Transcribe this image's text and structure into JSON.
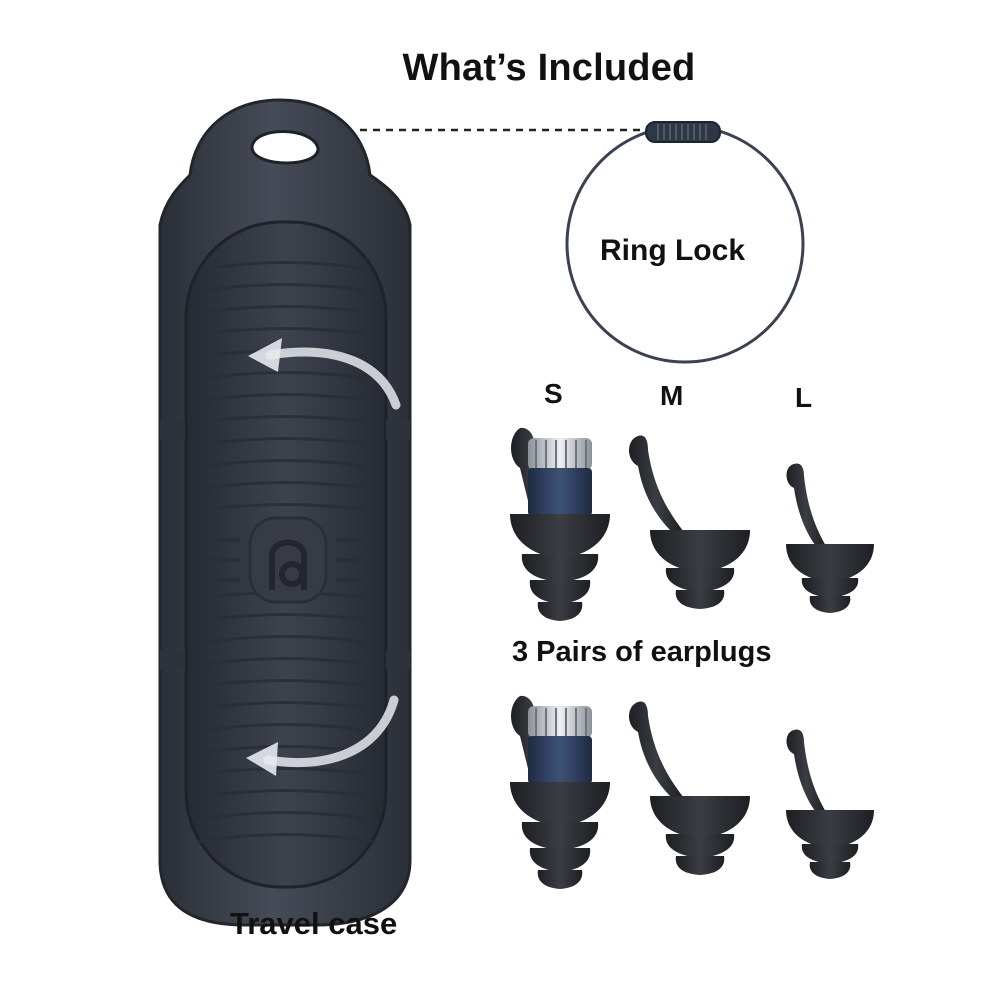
{
  "title": "What’s Included",
  "ring_lock": {
    "label": "Ring Lock"
  },
  "sizes": {
    "small": "S",
    "medium": "M",
    "large": "L"
  },
  "earplugs": {
    "label": "3 Pairs of earplugs"
  },
  "travel_case": {
    "label": "Travel case"
  },
  "colors": {
    "case": "#3a3f4a",
    "case_dark": "#2c3039",
    "earplug_black": "#2a2c30",
    "filter_blue": "#2f3f5e",
    "filter_silver": "#c9ccd2",
    "ring": "#3a4150"
  }
}
